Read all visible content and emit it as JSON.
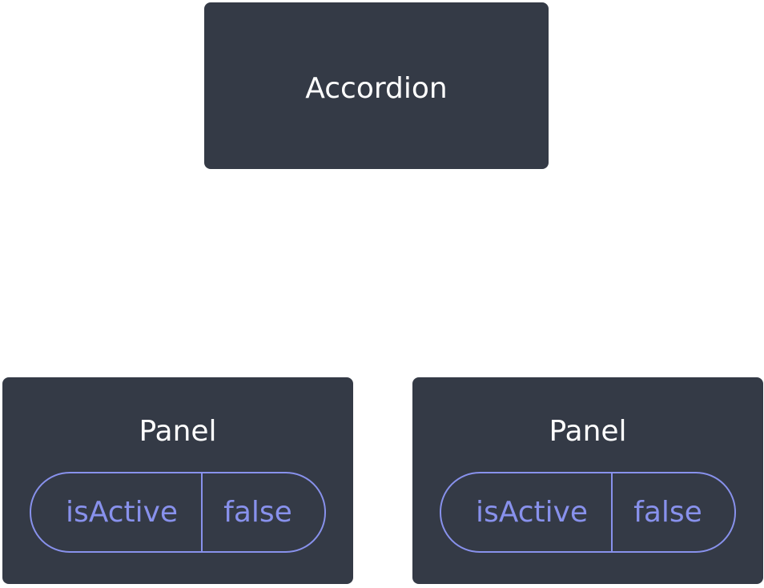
{
  "root": {
    "title": "Accordion"
  },
  "children": [
    {
      "title": "Panel",
      "state": {
        "key": "isActive",
        "value": "false"
      }
    },
    {
      "title": "Panel",
      "state": {
        "key": "isActive",
        "value": "false"
      }
    }
  ],
  "colors": {
    "node_background": "#343a46",
    "node_text": "#ffffff",
    "state_accent": "#8891ec",
    "page_background": "#ffffff"
  }
}
